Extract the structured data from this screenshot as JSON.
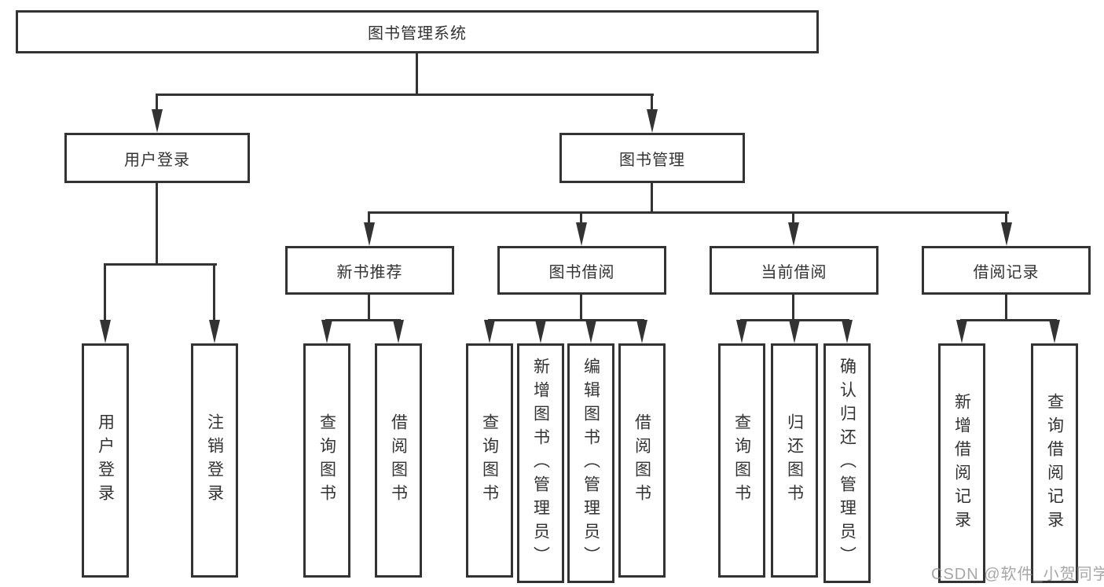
{
  "tree": {
    "root": {
      "label": "图书管理系统"
    },
    "children": [
      {
        "label": "用户登录",
        "children": [
          {
            "label": "用户登录"
          },
          {
            "label": "注销登录"
          }
        ]
      },
      {
        "label": "图书管理",
        "children": [
          {
            "label": "新书推荐",
            "children": [
              {
                "label": "查询图书"
              },
              {
                "label": "借阅图书"
              }
            ]
          },
          {
            "label": "图书借阅",
            "children": [
              {
                "label": "查询图书"
              },
              {
                "label": "新增图书（管理员）"
              },
              {
                "label": "编辑图书（管理员）"
              },
              {
                "label": "借阅图书"
              }
            ]
          },
          {
            "label": "当前借阅",
            "children": [
              {
                "label": "查询图书"
              },
              {
                "label": "归还图书"
              },
              {
                "label": "确认归还（管理员）"
              }
            ]
          },
          {
            "label": "借阅记录",
            "children": [
              {
                "label": "新增借阅记录"
              },
              {
                "label": "查询借阅记录"
              }
            ]
          }
        ]
      }
    ]
  },
  "watermark": {
    "text": "CSDN @软件_小贺同学"
  },
  "colors": {
    "line": "#333333",
    "text": "#333333",
    "background": "#ffffff",
    "watermark": "#919191"
  }
}
